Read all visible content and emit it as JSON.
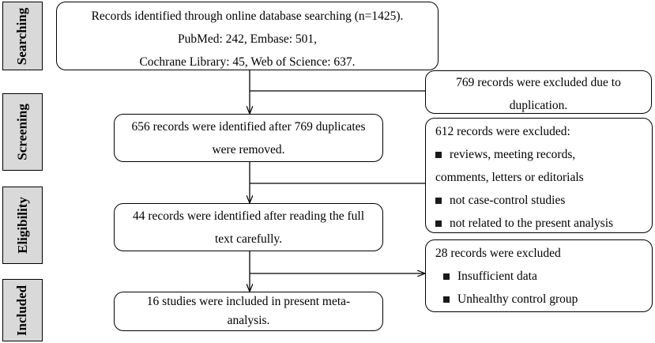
{
  "stages": [
    "Searching",
    "Screening",
    "Eligibility",
    "Included"
  ],
  "search_box": {
    "lines": [
      "Records identified through online database searching (n=1425).",
      "PubMed: 242, Embase: 501,",
      "Cochrane Library: 45, Web of Science: 637."
    ]
  },
  "duplicates_box": {
    "lines": [
      "769 records were excluded due to",
      "duplication."
    ]
  },
  "screening_box": {
    "lines": [
      "656 records were identified after 769 duplicates",
      "were removed."
    ]
  },
  "screen_exclusion_box": {
    "title": "612 records were excluded:",
    "bullet1": "reviews, meeting records,",
    "bullet1_cont": "comments, letters or editorials",
    "bullet2": "not case-control studies",
    "bullet3": "not related to the present analysis"
  },
  "eligibility_box": {
    "lines": [
      "44 records were identified after reading the full",
      "text carefully."
    ]
  },
  "elig_exclusion_box": {
    "title": "28 records were excluded",
    "bullets": [
      "Insufficient data",
      "Unhealthy control group"
    ]
  },
  "included_box": {
    "lines": [
      "16 studies were included in present meta-",
      "analysis."
    ]
  }
}
